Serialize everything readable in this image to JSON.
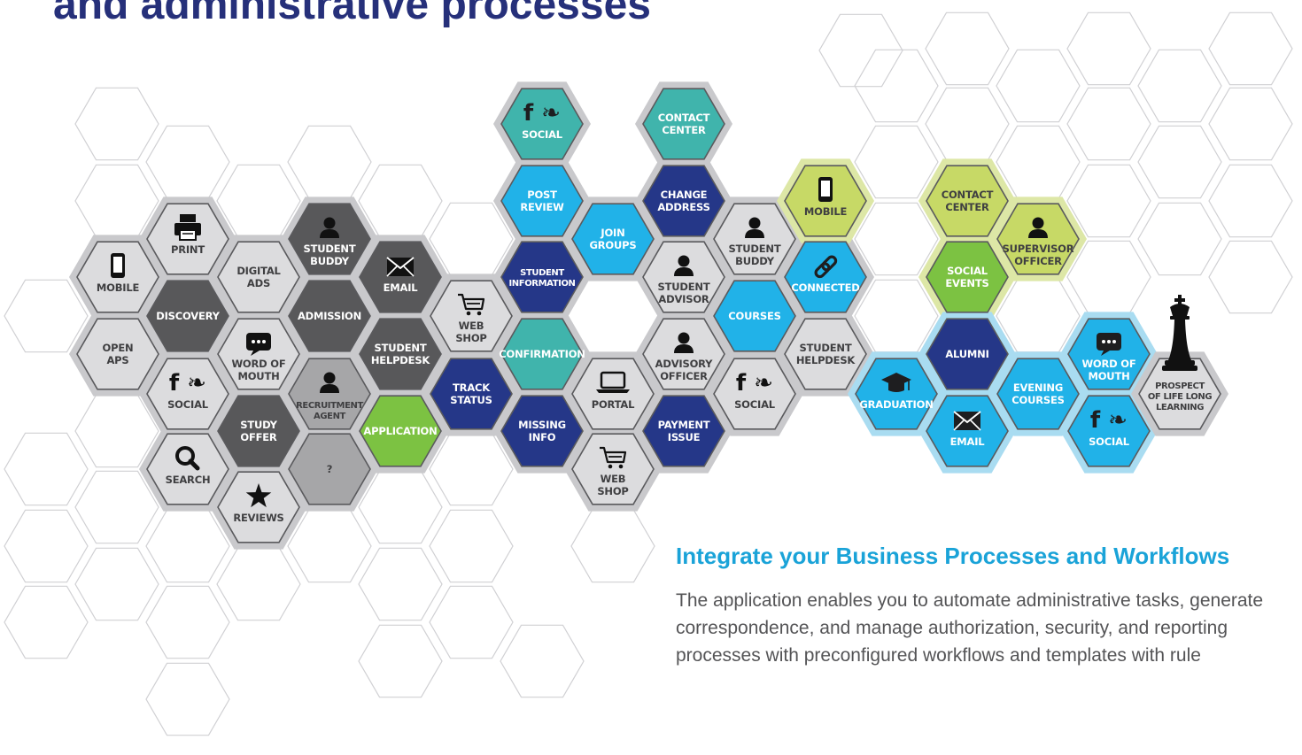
{
  "heading": "and administrative processes",
  "colors": {
    "navy": "#253788",
    "teal": "#40b4ac",
    "blue": "#21b2e8",
    "green": "#7cc242",
    "lime": "#c7d966",
    "dark_gray": "#58585a",
    "mid_gray": "#a6a6a8",
    "light_gray": "#dcdcde",
    "outline": "#d0d0d3"
  },
  "clusters": [
    "discovery-cluster",
    "student-journey-cluster",
    "alumni-cluster"
  ],
  "hexes": [
    {
      "id": "print",
      "label": "PRINT",
      "icon": "printer-icon",
      "fill": "light_gray"
    },
    {
      "id": "mobile-1",
      "label": "MOBILE",
      "icon": "phone-icon",
      "fill": "light_gray"
    },
    {
      "id": "digital-ads",
      "label": "DIGITAL ADS",
      "icon": "",
      "fill": "light_gray"
    },
    {
      "id": "discovery",
      "label": "DISCOVERY",
      "icon": "",
      "fill": "dark_gray"
    },
    {
      "id": "open-aps",
      "label": "OPEN APS",
      "icon": "",
      "fill": "light_gray"
    },
    {
      "id": "word-of-mouth-1",
      "label": "WORD OF MOUTH",
      "icon": "speech-bubble-icon",
      "fill": "light_gray"
    },
    {
      "id": "social-1",
      "label": "SOCIAL",
      "icon": "facebook-twitter-icon",
      "fill": "light_gray"
    },
    {
      "id": "study-offer",
      "label": "STUDY OFFER",
      "icon": "",
      "fill": "dark_gray"
    },
    {
      "id": "search",
      "label": "SEARCH",
      "icon": "magnifier-icon",
      "fill": "light_gray"
    },
    {
      "id": "reviews",
      "label": "REVIEWS",
      "icon": "star-icon",
      "fill": "light_gray"
    },
    {
      "id": "student-buddy-1",
      "label": "STUDENT BUDDY",
      "icon": "person-icon",
      "fill": "dark_gray"
    },
    {
      "id": "admission",
      "label": "ADMISSION",
      "icon": "",
      "fill": "dark_gray"
    },
    {
      "id": "recruitment-agent",
      "label": "RECRUITMENT AGENT",
      "icon": "person-icon",
      "fill": "mid_gray"
    },
    {
      "id": "unknown",
      "label": "?",
      "icon": "",
      "fill": "mid_gray"
    },
    {
      "id": "email-1",
      "label": "EMAIL",
      "icon": "envelope-icon",
      "fill": "dark_gray"
    },
    {
      "id": "student-helpdesk-1",
      "label": "STUDENT HELPDESK",
      "icon": "",
      "fill": "dark_gray"
    },
    {
      "id": "application",
      "label": "APPLICATION",
      "icon": "",
      "fill": "green"
    },
    {
      "id": "web-shop-1",
      "label": "WEB SHOP",
      "icon": "cart-icon",
      "fill": "light_gray"
    },
    {
      "id": "track-status",
      "label": "TRACK STATUS",
      "icon": "",
      "fill": "navy"
    },
    {
      "id": "social-2",
      "label": "SOCIAL",
      "icon": "facebook-twitter-icon",
      "fill": "teal"
    },
    {
      "id": "post-review",
      "label": "POST REVIEW",
      "icon": "",
      "fill": "blue"
    },
    {
      "id": "student-information",
      "label": "STUDENT INFORMATION",
      "icon": "",
      "fill": "navy"
    },
    {
      "id": "confirmation",
      "label": "CONFIRMATION",
      "icon": "",
      "fill": "teal"
    },
    {
      "id": "missing-info",
      "label": "MISSING INFO",
      "icon": "",
      "fill": "navy"
    },
    {
      "id": "join-groups",
      "label": "JOIN GROUPS",
      "icon": "",
      "fill": "blue"
    },
    {
      "id": "portal",
      "label": "PORTAL",
      "icon": "laptop-icon",
      "fill": "light_gray"
    },
    {
      "id": "web-shop-2",
      "label": "WEB SHOP",
      "icon": "cart-icon",
      "fill": "light_gray"
    },
    {
      "id": "contact-center-1",
      "label": "CONTACT CENTER",
      "icon": "",
      "fill": "teal"
    },
    {
      "id": "change-address",
      "label": "CHANGE ADDRESS",
      "icon": "",
      "fill": "navy"
    },
    {
      "id": "student-advisor",
      "label": "STUDENT ADVISOR",
      "icon": "person-icon",
      "fill": "light_gray"
    },
    {
      "id": "advisory-officer",
      "label": "ADVISORY OFFICER",
      "icon": "person-icon",
      "fill": "light_gray"
    },
    {
      "id": "payment-issue",
      "label": "PAYMENT ISSUE",
      "icon": "",
      "fill": "navy"
    },
    {
      "id": "student-buddy-2",
      "label": "STUDENT BUDDY",
      "icon": "person-icon",
      "fill": "light_gray"
    },
    {
      "id": "courses",
      "label": "COURSES",
      "icon": "",
      "fill": "blue"
    },
    {
      "id": "social-3",
      "label": "SOCIAL",
      "icon": "facebook-twitter-icon",
      "fill": "light_gray"
    },
    {
      "id": "mobile-2",
      "label": "MOBILE",
      "icon": "phone-icon",
      "fill": "lime"
    },
    {
      "id": "connected",
      "label": "CONNECTED",
      "icon": "link-icon",
      "fill": "blue"
    },
    {
      "id": "student-helpdesk-2",
      "label": "STUDENT HELPDESK",
      "icon": "",
      "fill": "light_gray"
    },
    {
      "id": "graduation",
      "label": "GRADUATION",
      "icon": "graduation-cap-icon",
      "fill": "blue"
    },
    {
      "id": "contact-center-2",
      "label": "CONTACT CENTER",
      "icon": "",
      "fill": "lime"
    },
    {
      "id": "social-events",
      "label": "SOCIAL EVENTS",
      "icon": "",
      "fill": "green"
    },
    {
      "id": "alumni",
      "label": "ALUMNI",
      "icon": "",
      "fill": "navy"
    },
    {
      "id": "email-2",
      "label": "EMAIL",
      "icon": "envelope-icon",
      "fill": "blue"
    },
    {
      "id": "supervisor-officer",
      "label": "SUPERVISOR OFFICER",
      "icon": "person-icon",
      "fill": "lime"
    },
    {
      "id": "evening-courses",
      "label": "EVENING COURSES",
      "icon": "",
      "fill": "blue"
    },
    {
      "id": "word-of-mouth-2",
      "label": "WORD OF MOUTH",
      "icon": "speech-bubble-icon",
      "fill": "blue"
    },
    {
      "id": "social-4",
      "label": "SOCIAL",
      "icon": "facebook-twitter-icon",
      "fill": "blue"
    },
    {
      "id": "prospect",
      "label": "PROSPECT OF LIFE LONG LEARNING",
      "icon": "chess-king-icon",
      "fill": "light_gray"
    }
  ],
  "section": {
    "heading": "Integrate your Business Processes and Workflows",
    "body": "The application enables you to automate administrative tasks, generate correspondence, and manage authorization, security, and reporting processes with preconfigured workflows and templates with  rule"
  }
}
